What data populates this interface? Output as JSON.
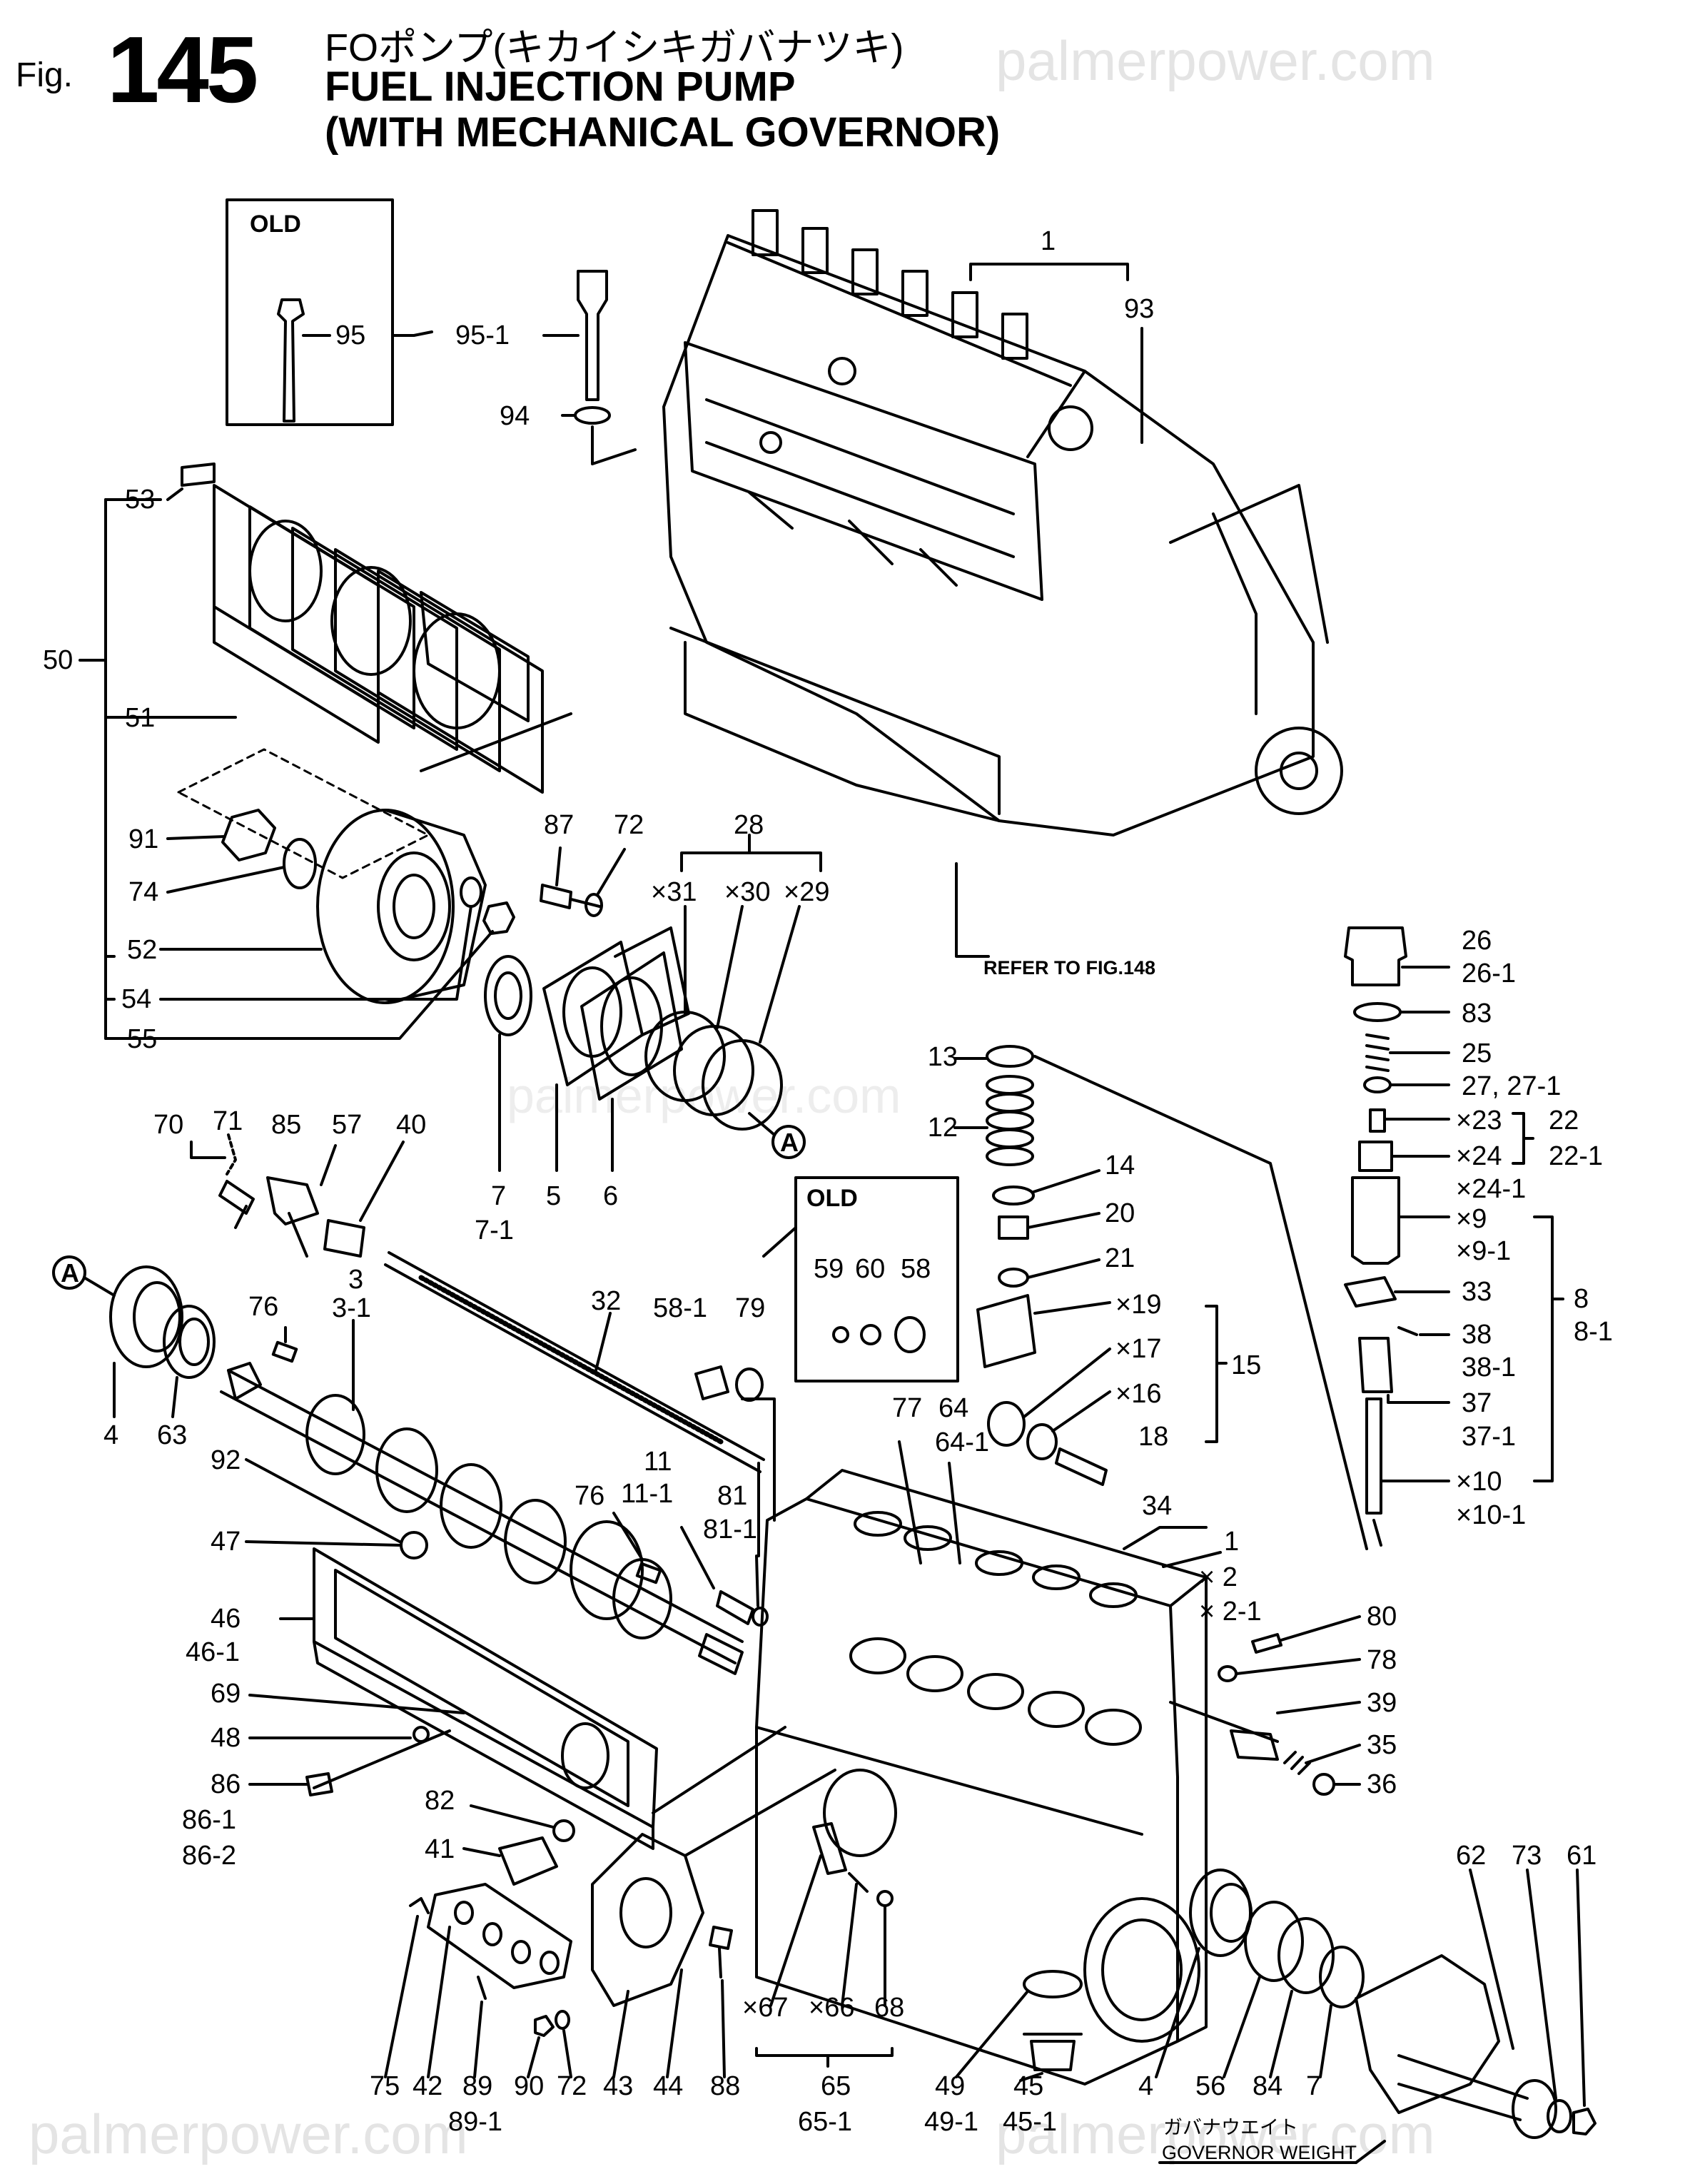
{
  "header": {
    "fig_prefix": "Fig.",
    "fig_number": "145",
    "title_jp": "FOポンプ(キカイシキガバナツキ)",
    "title_line1": "FUEL INJECTION PUMP",
    "title_line2": "(WITH MECHANICAL GOVERNOR)"
  },
  "watermark": "palmerpower.com",
  "notes": {
    "refer_to": "REFER TO FIG.148",
    "old_box_top": "OLD",
    "old_box_mid": "OLD",
    "governor_weight_jp": "ガバナウエイト",
    "governor_weight": "GOVERNOR WEIGHT",
    "marker_a": "A"
  },
  "callouts": {
    "c1_top": "1",
    "c93": "93",
    "c95": "95",
    "c95_1": "95-1",
    "c94": "94",
    "c53": "53",
    "c50": "50",
    "c51": "51",
    "c91": "91",
    "c74": "74",
    "c52": "52",
    "c54": "54",
    "c55": "55",
    "c87": "87",
    "c72a": "72",
    "c28": "28",
    "c31": "×31",
    "c30": "×30",
    "c29": "×29",
    "c7a": "7",
    "c7_1": "7-1",
    "c5": "5",
    "c6": "6",
    "c70": "70",
    "c71": "71",
    "c85": "85",
    "c57": "57",
    "c40": "40",
    "c3": "3",
    "c3_1": "3-1",
    "c32": "32",
    "c76a": "76",
    "c4a": "4",
    "c63": "63",
    "c58_1": "58-1",
    "c79": "79",
    "c59": "59",
    "c60": "60",
    "c58": "58",
    "c13": "13",
    "c12": "12",
    "c14": "14",
    "c20": "20",
    "c21": "21",
    "c19": "×19",
    "c17": "×17",
    "c16": "×16",
    "c15": "15",
    "c18": "18",
    "c26": "26",
    "c26_1": "26-1",
    "c83": "83",
    "c25": "25",
    "c27": "27, 27-1",
    "c23": "×23",
    "c24": "×24",
    "c22": "22",
    "c22_1": "22-1",
    "c24_1": "×24-1",
    "c9": "×9",
    "c9_1": "×9-1",
    "c33": "33",
    "c8": "8",
    "c8_1": "8-1",
    "c38": "38",
    "c38_1": "38-1",
    "c37": "37",
    "c37_1": "37-1",
    "c10": "×10",
    "c10_1": "×10-1",
    "c77": "77",
    "c64": "64",
    "c64_1": "64-1",
    "c11": "11",
    "c11_1": "11-1",
    "c81": "81",
    "c81_1": "81-1",
    "c76b": "76",
    "c92": "92",
    "c47": "47",
    "c46": "46",
    "c46_1": "46-1",
    "c69": "69",
    "c48": "48",
    "c86": "86",
    "c86_1": "86-1",
    "c86_2": "86-2",
    "c82": "82",
    "c41": "41",
    "c34": "34",
    "c1_mid": "1",
    "c2": "× 2",
    "c2_1": "× 2-1",
    "c80": "80",
    "c78": "78",
    "c39": "39",
    "c35": "35",
    "c36": "36",
    "c62": "62",
    "c73": "73",
    "c61": "61",
    "c67": "×67",
    "c66": "×66",
    "c68": "68",
    "c65": "65",
    "c65_1": "65-1",
    "c49": "49",
    "c49_1": "49-1",
    "c45": "45",
    "c45_1": "45-1",
    "c4b": "4",
    "c56": "56",
    "c84": "84",
    "c7b": "7",
    "c75": "75",
    "c42": "42",
    "c89": "89",
    "c89_1": "89-1",
    "c90": "90",
    "c72b": "72",
    "c43": "43",
    "c44": "44",
    "c88": "88"
  }
}
